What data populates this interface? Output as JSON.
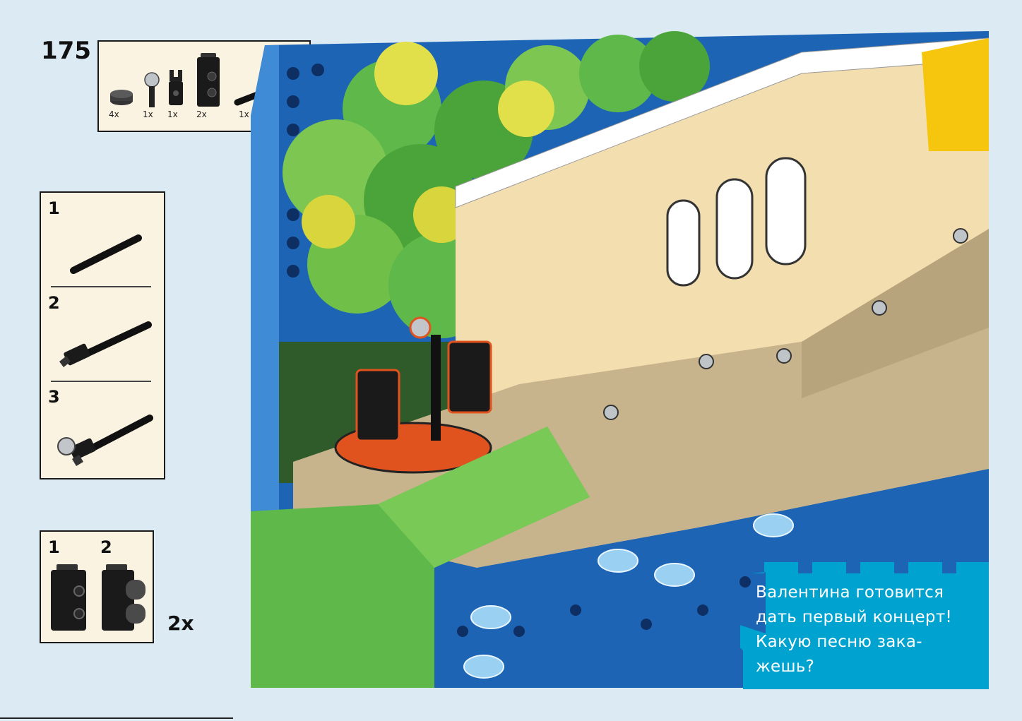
{
  "step": {
    "number": "175"
  },
  "parts_list": {
    "items": [
      {
        "name": "round-tile-dark-gray",
        "qty": "4x"
      },
      {
        "name": "microphone-light-gray",
        "qty": "1x"
      },
      {
        "name": "clip-bar-black",
        "qty": "1x"
      },
      {
        "name": "brick-with-studs-black",
        "qty": "2x"
      },
      {
        "name": "bar-black",
        "qty": "1x"
      }
    ]
  },
  "substeps_a": {
    "labels": [
      "1",
      "2",
      "3"
    ]
  },
  "substeps_b": {
    "labels": [
      "1",
      "2"
    ],
    "multiplier": "2x"
  },
  "speech_bubble": {
    "lines": [
      "Валентина готовится",
      "дать первый концерт!",
      "Какую песню зака-",
      "жешь?"
    ],
    "color": "#00a3cf"
  },
  "colors": {
    "background": "#dcebf3",
    "panel": "#fbf3e1",
    "baseplate_blue": "#1e64b4",
    "tan": "#c8b48c",
    "green": "#5fb84a",
    "highlight_orange": "#e0531f"
  }
}
